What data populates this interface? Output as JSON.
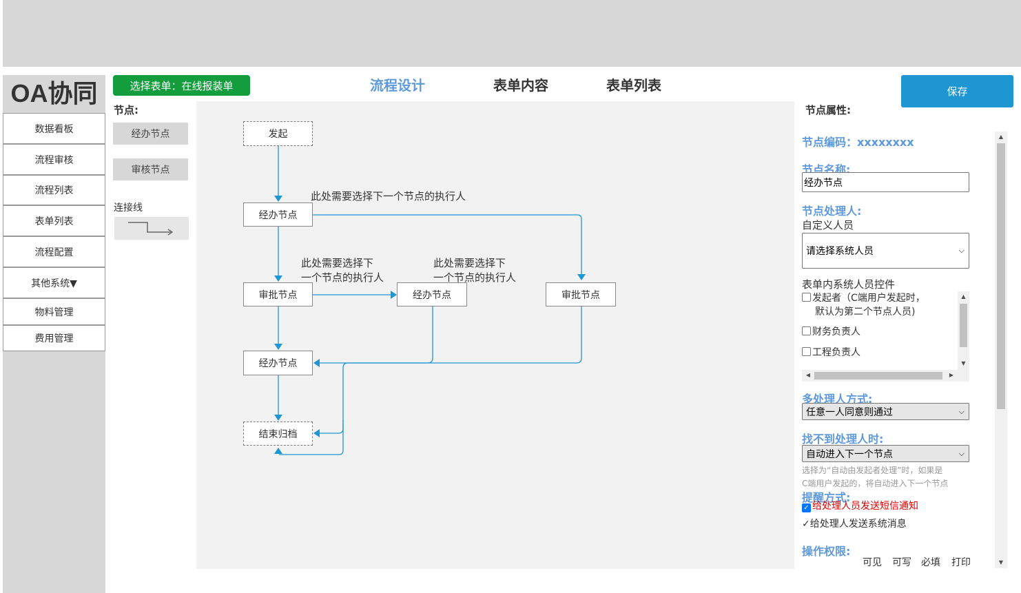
{
  "app": {
    "logo": "OA协同"
  },
  "sidebar": {
    "items": [
      "数据看板",
      "流程审核",
      "流程列表",
      "表单列表",
      "流程配置",
      "其他系统▼",
      "物料管理",
      "费用管理"
    ]
  },
  "header": {
    "form_select": "选择表单：在线报装单",
    "tabs": [
      "流程设计",
      "表单内容",
      "表单列表"
    ],
    "active_tab": "流程设计",
    "save": "保存"
  },
  "palette": {
    "title": "节点:",
    "nodes": [
      "经办节点",
      "审核节点"
    ],
    "connector_label": "连接线"
  },
  "canvas": {
    "nodes": {
      "start": "发起",
      "handle1": "经办节点",
      "approve1": "审批节点",
      "handle_mid": "经办节点",
      "approve_right": "审批节点",
      "handle2": "经办节点",
      "end": "结束归档"
    },
    "notes": {
      "top": "此处需要选择下一个节点的执行人",
      "mid_left_1": "此处需要选择下",
      "mid_left_2": "一个节点的执行人",
      "mid_right_1": "此处需要选择下",
      "mid_right_2": "一个节点的执行人"
    }
  },
  "properties": {
    "title": "节点属性:",
    "code_label": "节点编码：xxxxxxxx",
    "name_label": "节点名称:",
    "name_value": "经办节点",
    "handler_label": "节点处理人:",
    "custom_person": "自定义人员",
    "system_person_select": "请选择系统人员",
    "form_control_label": "表单内系统人员控件",
    "form_controls": [
      {
        "label_1": "发起者（C端用户发起时，",
        "label_2": "默认为第二个节点人员)",
        "checked": false
      },
      {
        "label_1": "财务负责人",
        "checked": false
      },
      {
        "label_1": "工程负责人",
        "checked": false
      }
    ],
    "multi_mode_label": "多处理人方式:",
    "multi_mode_value": "任意一人同意则通过",
    "not_found_label": "找不到处理人时:",
    "not_found_value": "自动进入下一个节点",
    "not_found_hint_1": "选择为“自动由发起者处理”时，如果是",
    "not_found_hint_2": "C端用户发起的，将自动进入下一个节点",
    "remind_label": "提醒方式:",
    "remind_sms": "给处理人员发送短信通知",
    "remind_sms_checked": true,
    "remind_sys": "✓给处理人发送系统消息",
    "perm_label": "操作权限:",
    "perm_cols": [
      "可见",
      "可写",
      "必填",
      "打印"
    ]
  },
  "colors": {
    "accent": "#5f99dd",
    "save": "#1e96d2",
    "form_select": "#139d3c",
    "connector": "#1e96d2",
    "warning_text": "#e00000"
  }
}
